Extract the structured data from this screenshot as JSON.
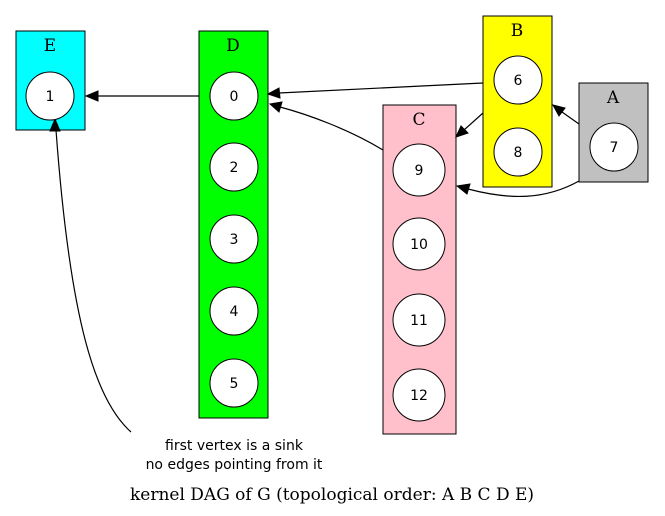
{
  "diagram": {
    "caption": "kernel DAG of G (topological order: A B C D E)",
    "note": {
      "line1": "first vertex is a sink",
      "line2": "no edges pointing from it"
    },
    "clusters": [
      {
        "id": "E",
        "label": "E",
        "color": "#00ffff",
        "nodes": [
          "1"
        ]
      },
      {
        "id": "D",
        "label": "D",
        "color": "#00ff00",
        "nodes": [
          "0",
          "2",
          "3",
          "4",
          "5"
        ]
      },
      {
        "id": "C",
        "label": "C",
        "color": "#ffc0cb",
        "nodes": [
          "9",
          "10",
          "11",
          "12"
        ]
      },
      {
        "id": "B",
        "label": "B",
        "color": "#ffff00",
        "nodes": [
          "6",
          "8"
        ]
      },
      {
        "id": "A",
        "label": "A",
        "color": "#c0c0c0",
        "nodes": [
          "7"
        ]
      }
    ],
    "edges": [
      {
        "from": "D",
        "to": "1"
      },
      {
        "from": "B",
        "to": "0"
      },
      {
        "from": "C",
        "to": "0"
      },
      {
        "from": "B",
        "to": "9"
      },
      {
        "from": "A",
        "to": "9"
      },
      {
        "from": "A",
        "to": "6"
      },
      {
        "from": "note",
        "to": "1"
      }
    ]
  }
}
